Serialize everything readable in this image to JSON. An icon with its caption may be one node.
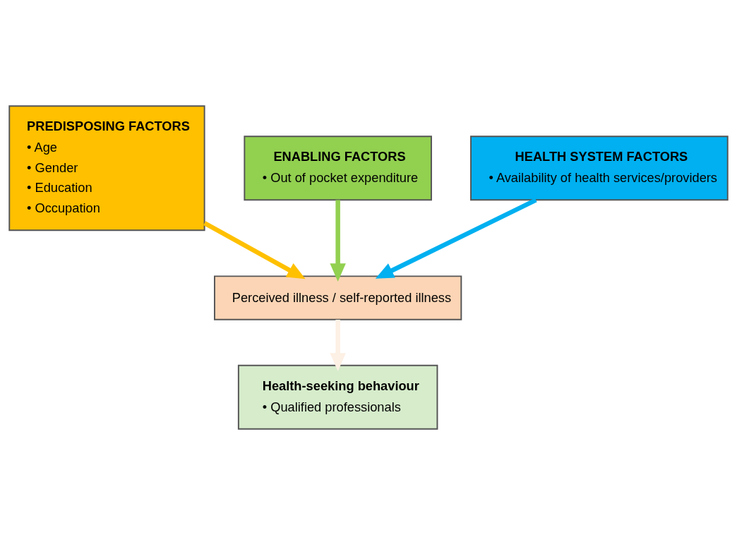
{
  "diagram": {
    "nodes": [
      {
        "text": [
          "PREDISPOSING FACTORS",
          "• Age",
          "• Gender",
          "• Education",
          "• Occupation"
        ]
      },
      {
        "text": [
          "ENABLING FACTORS",
          "• Out of pocket expenditure"
        ]
      },
      {
        "text": [
          "HEALTH SYSTEM FACTORS",
          "• Availability of health services/providers"
        ]
      },
      {
        "text": [
          "Perceived illness / self-reported illness"
        ]
      },
      {
        "text": [
          "Health-seeking behaviour",
          "• Qualified professionals"
        ]
      }
    ],
    "edges": [
      {
        "from": 0,
        "to": 3,
        "arrow": "to",
        "color": "#ffc000"
      },
      {
        "from": 1,
        "to": 3,
        "arrow": "to",
        "color": "#92d050"
      },
      {
        "from": 2,
        "to": 3,
        "arrow": "to",
        "color": "#00b0f0"
      },
      {
        "from": 3,
        "to": 4,
        "arrow": "to",
        "color": "#fdf0e4"
      }
    ]
  }
}
